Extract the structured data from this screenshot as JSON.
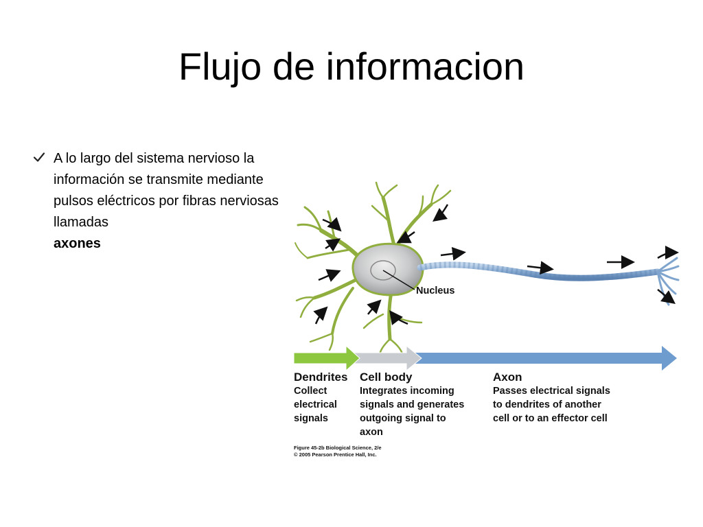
{
  "slide": {
    "title": "Flujo de informacion"
  },
  "bullet": {
    "icon": "checkmark-icon",
    "text_plain": "A lo largo del sistema nervioso la información se transmite mediante pulsos eléctricos por fibras nerviosas llamadas",
    "text_bold": "axones"
  },
  "figure": {
    "nucleus_label": "Nucleus",
    "stages": [
      {
        "title": "Dendrites",
        "body": "Collect\nelectrical\nsignals",
        "color": "#8dc63f"
      },
      {
        "title": "Cell body",
        "body": "Integrates incoming\nsignals and generates\noutgoing signal to\naxon",
        "color": "#c8ccd0"
      },
      {
        "title": "Axon",
        "body": "Passes electrical signals\nto dendrites of another\ncell or to an effector cell",
        "color": "#6f9ccf"
      }
    ],
    "caption_line1": "Figure 45-2b  Biological Science, 2/e",
    "caption_line2": "© 2005 Pearson Prentice Hall, Inc."
  },
  "colors": {
    "dendrite": "#8fae3e",
    "cell_body": "#c9cbcc",
    "axon": "#8fb0d4",
    "signal_arrow": "#111111"
  }
}
